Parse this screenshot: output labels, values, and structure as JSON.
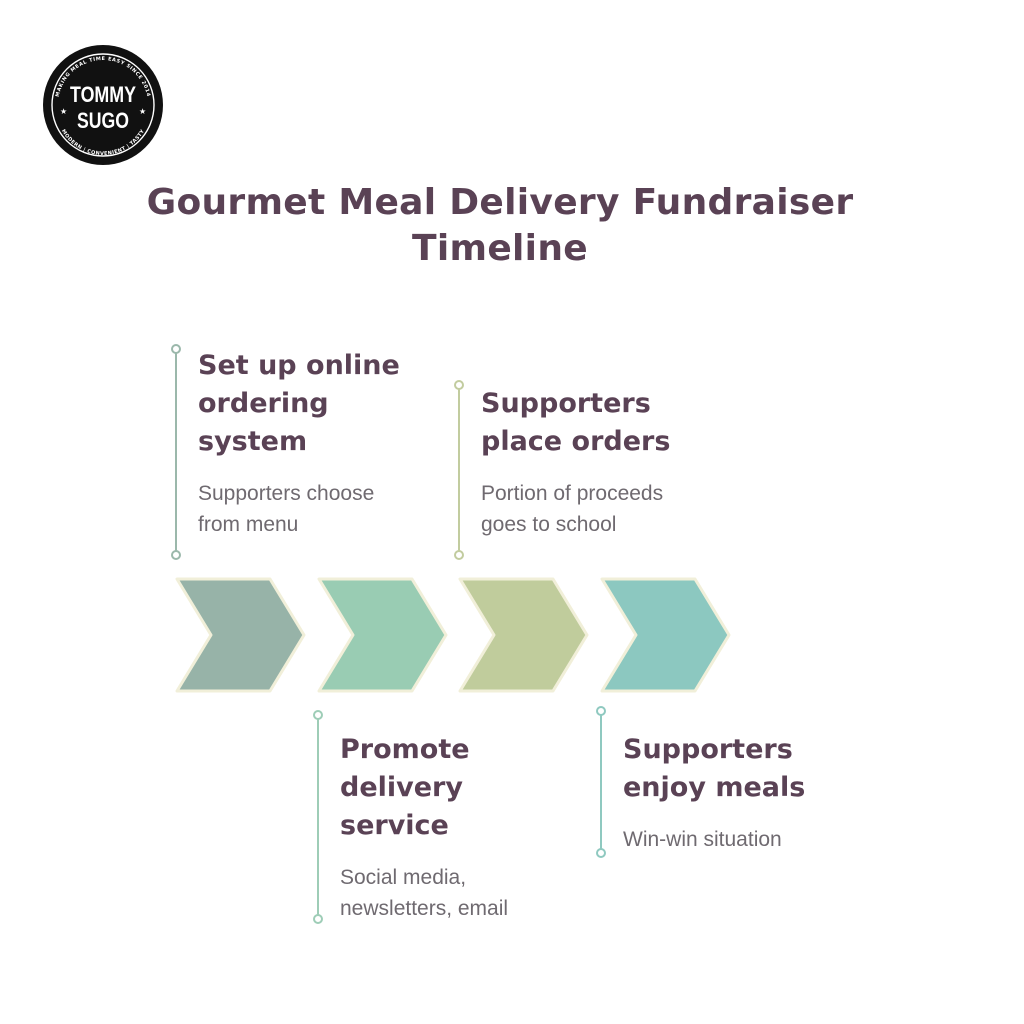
{
  "logo": {
    "top_text": "MAKING MEAL TIME EASY SINCE 2014",
    "line1": "TOMMY",
    "line2": "SUGO",
    "bottom_text": "MODERN | CONVENIENT | TASTY"
  },
  "title": {
    "line1": "Gourmet Meal Delivery Fundraiser",
    "line2": "Timeline"
  },
  "steps": [
    {
      "heading": [
        "Set up online",
        "ordering",
        "system"
      ],
      "desc": [
        "Supporters choose",
        "from menu"
      ],
      "color": "#9bb8ab"
    },
    {
      "heading": [
        "Promote",
        "delivery",
        "service"
      ],
      "desc": [
        "Social media,",
        "newsletters, email"
      ],
      "color": "#9ecdb7"
    },
    {
      "heading": [
        "Supporters",
        "place orders"
      ],
      "desc": [
        "Portion of proceeds",
        "goes to school"
      ],
      "color": "#c2cc9f"
    },
    {
      "heading": [
        "Supporters",
        "enjoy meals"
      ],
      "desc": [
        "Win-win situation"
      ],
      "color": "#8fc9c0"
    }
  ],
  "colors": {
    "title": "#5a4255",
    "chevron_1": "#97b3a8",
    "chevron_2": "#99ccb3",
    "chevron_3": "#c0cc9c",
    "chevron_4": "#8cc8c0",
    "chevron_border": "#f1efd9"
  }
}
